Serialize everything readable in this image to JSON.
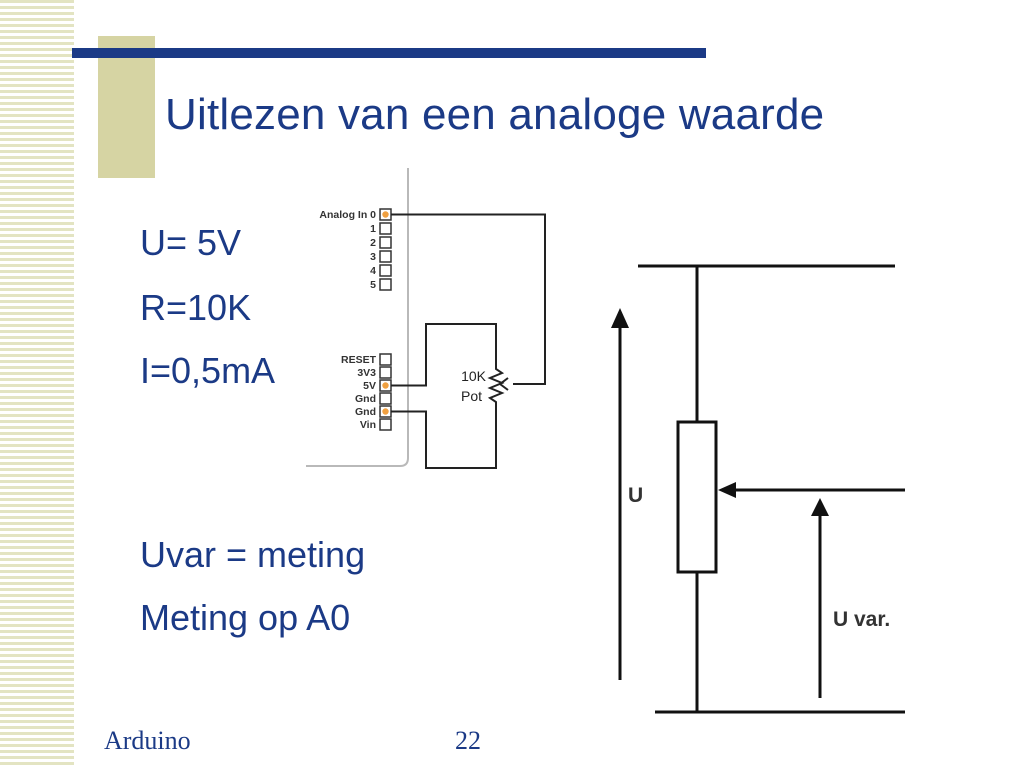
{
  "slide": {
    "title": "Uitlezen van een analoge waarde",
    "bullets": [
      "U= 5V",
      "R=10K",
      "I=0,5mA",
      "Uvar = meting",
      "Meting op A0"
    ],
    "footer_left": "Arduino",
    "page_number": "22"
  },
  "arduino_diagram": {
    "analog_pins": [
      "Analog In 0",
      "1",
      "2",
      "3",
      "4",
      "5"
    ],
    "power_pins": [
      "RESET",
      "3V3",
      "5V",
      "Gnd",
      "Gnd",
      "Vin"
    ],
    "pot_label_line1": "10K",
    "pot_label_line2": "Pot",
    "connected_pin_color": "#f0a040"
  },
  "circuit_diagram": {
    "supply_label": "U",
    "measured_label": "U var."
  },
  "colors": {
    "title": "#1b3a86",
    "accent_bar": "#1b3a86",
    "accent_block": "#d6d4a3",
    "stripes": "#e3e4c2"
  }
}
